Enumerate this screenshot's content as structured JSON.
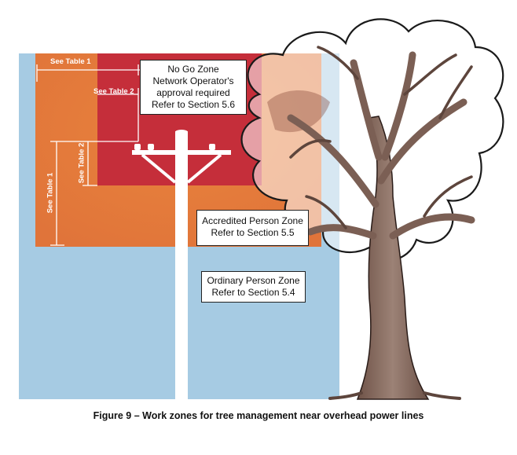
{
  "zones": {
    "no_go": {
      "lines": [
        "No Go Zone",
        "Network Operator's",
        "approval required",
        "Refer to Section 5.6"
      ],
      "color": "#c52e3a"
    },
    "accredited": {
      "lines": [
        "Accredited Person Zone",
        "Refer to Section 5.5"
      ],
      "color": "#e27a3c"
    },
    "ordinary": {
      "lines": [
        "Ordinary Person Zone",
        "Refer to Section 5.4"
      ],
      "color": "#a6cbe3"
    }
  },
  "dimension_labels": {
    "horizontal_outer": "See Table 1",
    "horizontal_inner": "See Table 2",
    "vertical_inner": "See Table 2",
    "vertical_outer": "See Table 1"
  },
  "caption": "Figure 9 – Work zones for tree management near overhead power lines",
  "colors": {
    "pole": "#ffffff",
    "tree_trunk": "#8a6d60",
    "foliage_outline": "#1a1a1a"
  }
}
